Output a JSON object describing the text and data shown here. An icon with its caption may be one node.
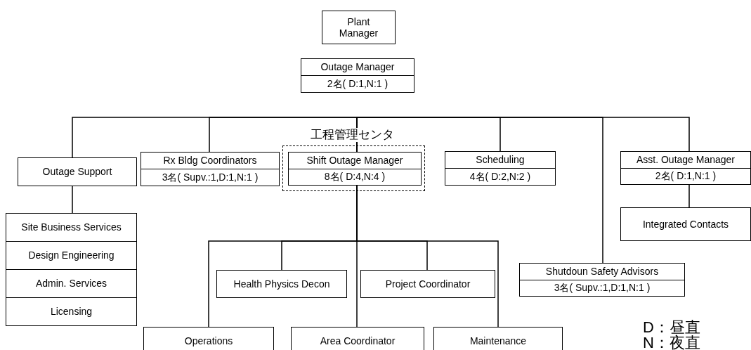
{
  "diagram": {
    "nodes": [
      {
        "text": [
          "Plant Manager"
        ]
      },
      {
        "text": [
          "Outage Manager",
          "2名( D:1,N:1 )"
        ]
      },
      {
        "text": [
          "Outage Support"
        ]
      },
      {
        "text": [
          "Site Business Services"
        ]
      },
      {
        "text": [
          "Design Engineering"
        ]
      },
      {
        "text": [
          "Admin. Services"
        ]
      },
      {
        "text": [
          "Licensing"
        ]
      },
      {
        "text": [
          "Rx Bldg Coordinators",
          "3名( Supv.:1,D:1,N:1 )"
        ]
      },
      {
        "text": [
          "工程管理センタ"
        ]
      },
      {
        "text": [
          "Shift Outage Manager",
          "8名( D:4,N:4 )"
        ],
        "in": 8
      },
      {
        "text": [
          "Scheduling",
          "4名( D:2,N:2 )"
        ]
      },
      {
        "text": [
          "Asst. Outage Manager",
          "2名( D:1,N:1 )"
        ]
      },
      {
        "text": [
          "Integrated Contacts"
        ]
      },
      {
        "text": [
          "Health Physics Decon"
        ]
      },
      {
        "text": [
          "Project Coordinator"
        ]
      },
      {
        "text": [
          "Shutdoun Safety Advisors",
          "3名( Supv.:1,D:1,N:1 )"
        ]
      },
      {
        "text": [
          "Operations"
        ]
      },
      {
        "text": [
          "Area Coordinator"
        ]
      },
      {
        "text": [
          "Maintenance"
        ]
      }
    ],
    "edges": [
      {
        "from": 9,
        "to": 2,
        "arrow": "none"
      },
      {
        "from": 9,
        "to": 7,
        "arrow": "none"
      },
      {
        "from": 9,
        "to": 10,
        "arrow": "none"
      },
      {
        "from": 9,
        "to": 15,
        "arrow": "none"
      },
      {
        "from": 9,
        "to": 11,
        "arrow": "none"
      },
      {
        "from": 2,
        "to": 3,
        "arrow": "none"
      },
      {
        "from": 11,
        "to": 12,
        "arrow": "none"
      },
      {
        "from": 9,
        "to": 13,
        "arrow": "none"
      },
      {
        "from": 9,
        "to": 14,
        "arrow": "none"
      },
      {
        "from": 9,
        "to": 16,
        "arrow": "none"
      },
      {
        "from": 9,
        "to": 17,
        "arrow": "none"
      },
      {
        "from": 9,
        "to": 18,
        "arrow": "none"
      }
    ],
    "labels": [
      "D：昼直",
      "N：夜直"
    ]
  }
}
